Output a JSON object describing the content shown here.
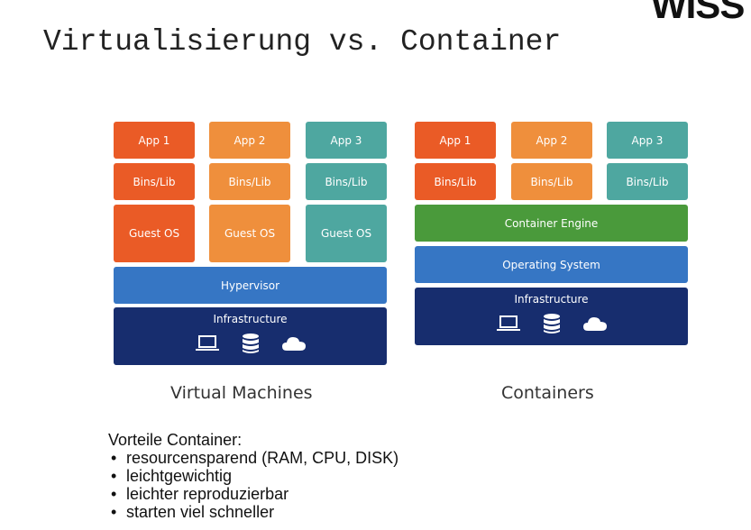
{
  "header": {
    "logo_text": "WISS",
    "title": "Virtualisierung vs. Container"
  },
  "vm_diagram": {
    "caption": "Virtual Machines",
    "apps": [
      "App 1",
      "App 2",
      "App 3"
    ],
    "bins": [
      "Bins/Lib",
      "Bins/Lib",
      "Bins/Lib"
    ],
    "guest_os": [
      "Guest OS",
      "Guest OS",
      "Guest OS"
    ],
    "hypervisor": "Hypervisor",
    "infrastructure": "Infrastructure"
  },
  "container_diagram": {
    "caption": "Containers",
    "apps": [
      "App 1",
      "App 2",
      "App 3"
    ],
    "bins": [
      "Bins/Lib",
      "Bins/Lib",
      "Bins/Lib"
    ],
    "engine": "Container Engine",
    "os": "Operating System",
    "infrastructure": "Infrastructure"
  },
  "icons": [
    "laptop-icon",
    "database-icon",
    "cloud-icon"
  ],
  "colors": {
    "orange_dark": "#ea5b26",
    "orange_light": "#ef8f3c",
    "teal": "#4ea7a0",
    "green": "#4a9a3b",
    "blue": "#3676c4",
    "navy": "#172d6e"
  },
  "advantages": {
    "heading": "Vorteile Container:",
    "items": [
      "resourcensparend (RAM, CPU, DISK)",
      "leichtgewichtig",
      "leichter reproduzierbar",
      "starten viel schneller"
    ]
  }
}
